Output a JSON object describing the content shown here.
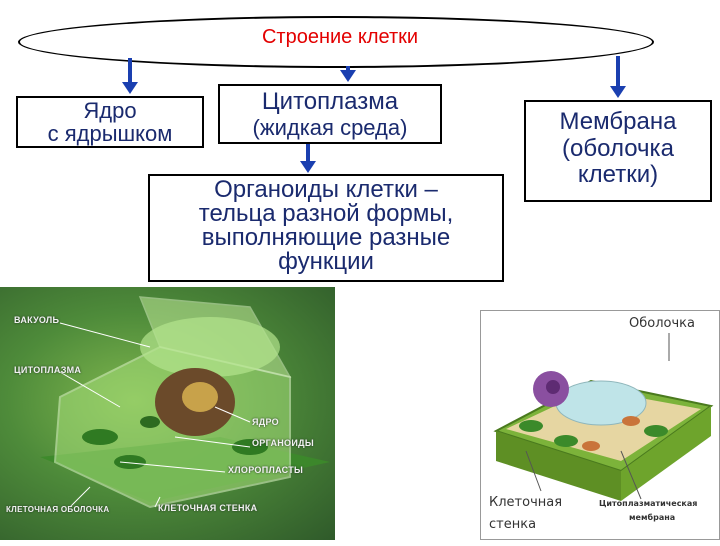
{
  "title": "Строение  клетки",
  "nucleus": {
    "line1": "Ядро",
    "line2": "с ядрышком"
  },
  "cytoplasm": {
    "line1": "Цитоплазма",
    "line2": "(жидкая среда)"
  },
  "organoids": {
    "line1": "Органоиды клетки –",
    "line2": "тельца разной формы,",
    "line3": "выполняющие разные",
    "line4": "функции"
  },
  "membrane": {
    "line1": "Мембрана",
    "line2": "(оболочка",
    "line3": "клетки)"
  },
  "left_image_labels": {
    "vacuole": "ВАКУОЛЬ",
    "cytoplasm": "ЦИТОПЛАЗМА",
    "nucleus": "ЯДРО",
    "organoids": "ОРГАНОИДЫ",
    "chloroplasts": "ХЛОРОПЛАСТЫ",
    "cell_membrane": "КЛЕТОЧНАЯ ОБОЛОЧКА",
    "cell_wall": "КЛЕТОЧНАЯ СТЕНКА"
  },
  "right_image_labels": {
    "shell": "Оболочка",
    "cell_wall_1": "Клеточная",
    "cell_wall_2": "стенка",
    "cyto_membrane_1": "Цитоплазматическая",
    "cyto_membrane_2": "мембрана"
  },
  "colors": {
    "accent_red": "#d40000",
    "text_dark_blue": "#1a2a6e",
    "arrow_blue": "#1a3fb0"
  }
}
